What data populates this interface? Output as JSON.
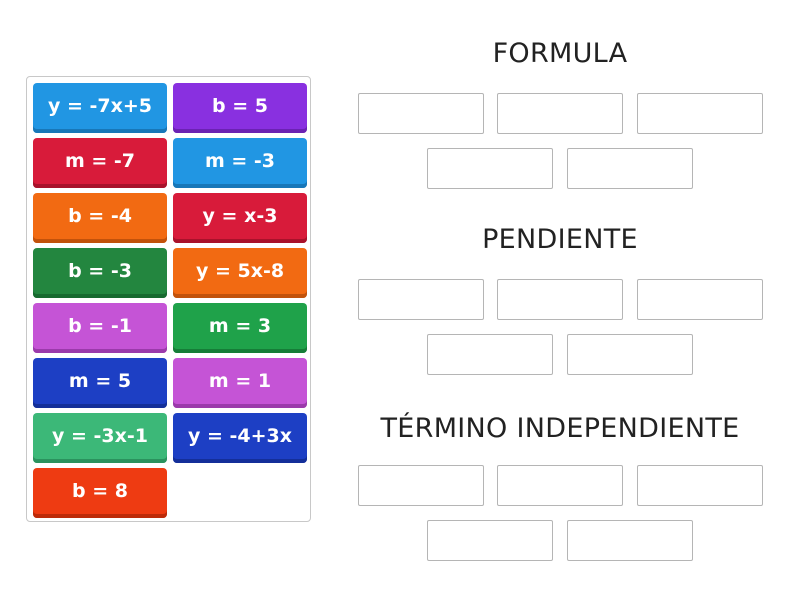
{
  "tiles": [
    {
      "label": "y = -7x+5",
      "color": "#2196e3"
    },
    {
      "label": "b = 5",
      "color": "#8930e0"
    },
    {
      "label": "m = -7",
      "color": "#d81b3a"
    },
    {
      "label": "m = -3",
      "color": "#2196e3"
    },
    {
      "label": "b = -4",
      "color": "#f26a12"
    },
    {
      "label": "y = x-3",
      "color": "#d81b3a"
    },
    {
      "label": "b = -3",
      "color": "#23863f"
    },
    {
      "label": "y = 5x-8",
      "color": "#f26a12"
    },
    {
      "label": "b = -1",
      "color": "#c554d6"
    },
    {
      "label": "m = 3",
      "color": "#1fa24a"
    },
    {
      "label": "m = 5",
      "color": "#1d3fc4"
    },
    {
      "label": "m = 1",
      "color": "#c554d6"
    },
    {
      "label": "y = -3x-1",
      "color": "#3cb878"
    },
    {
      "label": "y = -4+3x",
      "color": "#1d3fc4"
    },
    {
      "label": "b = 8",
      "color": "#ee3b12"
    }
  ],
  "groups": [
    {
      "title": "FORMULA"
    },
    {
      "title": "PENDIENTE"
    },
    {
      "title": "TÉRMINO INDEPENDIENTE"
    }
  ]
}
